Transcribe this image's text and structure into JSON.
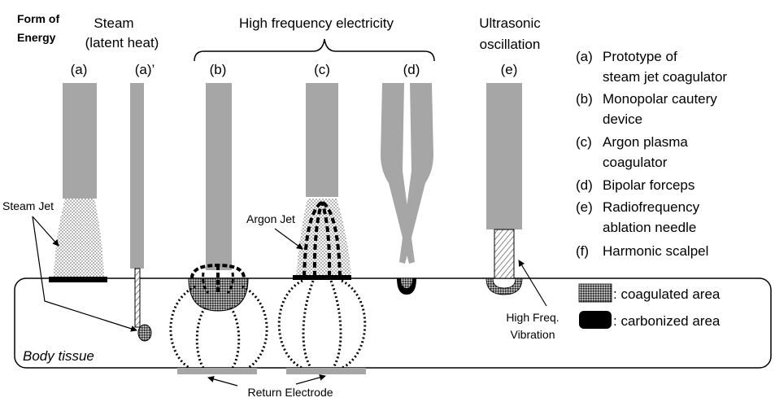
{
  "header": {
    "form_of_energy_line1": "Form of",
    "form_of_energy_line2": "Energy",
    "steam_line1": "Steam",
    "steam_line2": "(latent heat)",
    "hf_electricity": "High frequency electricity",
    "ultrasonic_line1": "Ultrasonic",
    "ultrasonic_line2": "oscillation"
  },
  "device_labels": {
    "a": "(a)",
    "a_prime": "(a)’",
    "b": "(b)",
    "c": "(c)",
    "d": "(d)",
    "e": "(e)"
  },
  "legend_list": [
    {
      "key": "(a)",
      "line1": "Prototype of",
      "line2": "steam jet coagulator"
    },
    {
      "key": "(b)",
      "line1": "Monopolar cautery",
      "line2": "device"
    },
    {
      "key": "(c)",
      "line1": "Argon plasma",
      "line2": "coagulator"
    },
    {
      "key": "(d)",
      "line1": "Bipolar forceps",
      "line2": ""
    },
    {
      "key": "(e)",
      "line1": "Radiofrequency",
      "line2": "ablation needle"
    },
    {
      "key": "(f)",
      "line1": "Harmonic scalpel",
      "line2": ""
    }
  ],
  "annotations": {
    "steam_jet": "Steam Jet",
    "argon_jet": "Argon Jet",
    "body_tissue": "Body tissue",
    "return_electrode": "Return Electrode",
    "hf_vibration_line1": "High Freq.",
    "hf_vibration_line2": "Vibration"
  },
  "area_legend": {
    "coagulated": ":  coagulated area",
    "carbonized": ":  carbonized area"
  },
  "colors": {
    "device_gray": "#a6a6a6",
    "return_electrode_gray": "#a6a6a6",
    "carbon_black": "#000000"
  }
}
